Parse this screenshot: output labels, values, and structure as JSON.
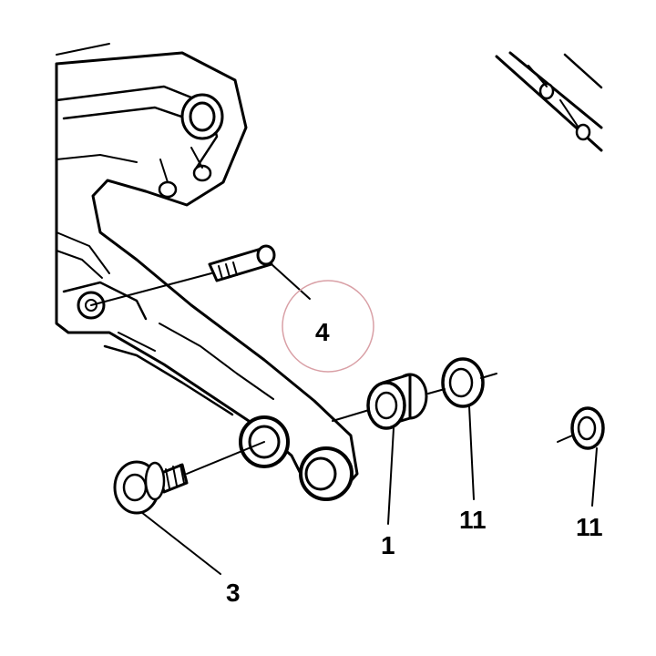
{
  "callouts": {
    "part_4": "4",
    "part_1": "1",
    "part_11_a": "11",
    "part_11_b": "11",
    "part_3": "3"
  },
  "colors": {
    "ink": "#000000",
    "background": "#ffffff",
    "highlight_circle": "#d9a0a6"
  }
}
